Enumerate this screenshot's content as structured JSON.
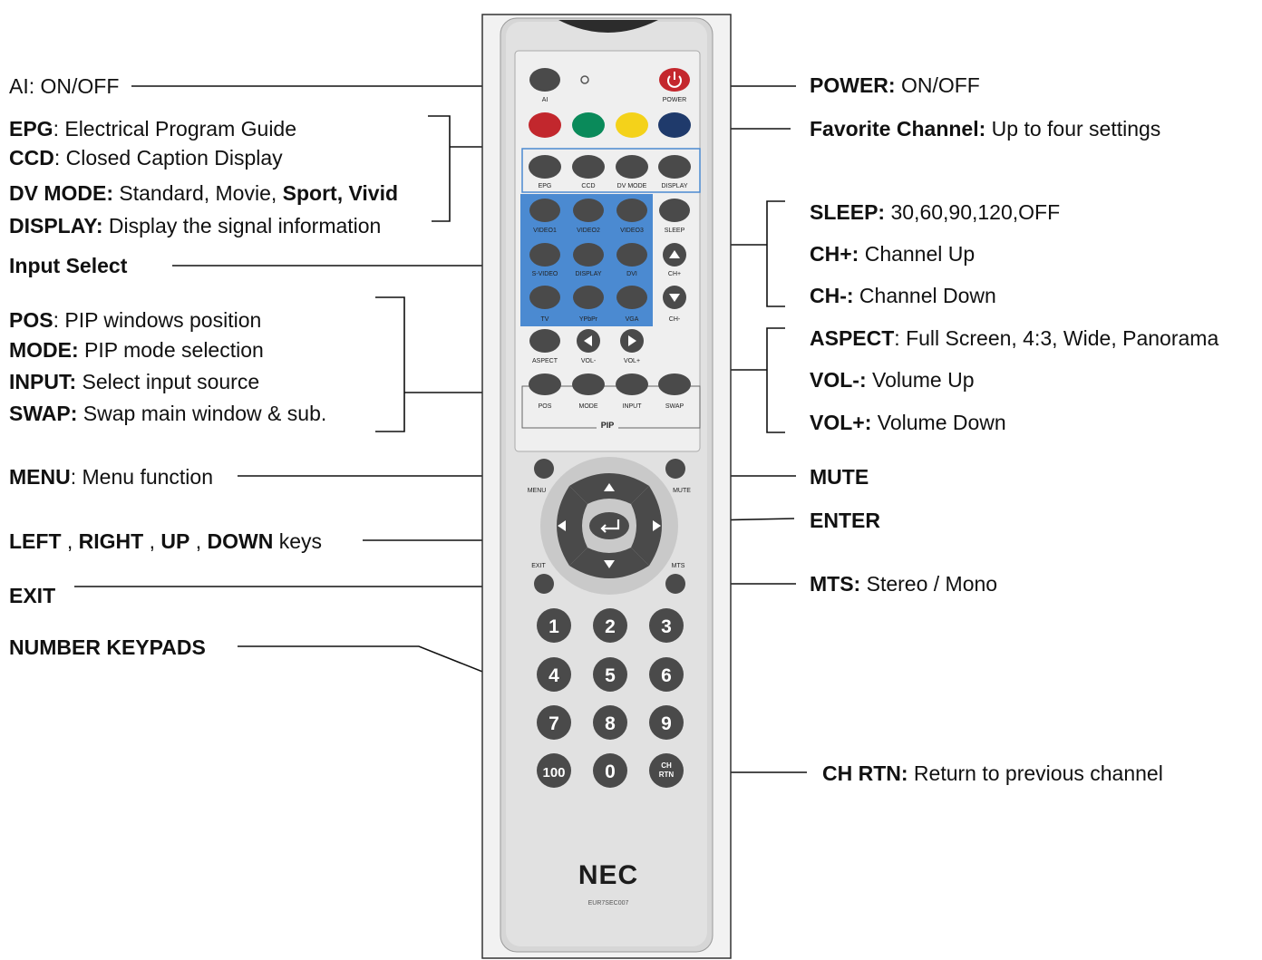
{
  "labels": {
    "ai": {
      "key": "AI",
      "desc": ": ON/OFF"
    },
    "epg": {
      "key": "EPG",
      "desc": ": Electrical Program Guide"
    },
    "ccd": {
      "key": "CCD",
      "desc": ": Closed Caption Display"
    },
    "dv_mode": {
      "key": "DV MODE:",
      "desc": " Standard, Movie, ",
      "extra": "Sport, Vivid"
    },
    "display": {
      "key": "DISPLAY:",
      "desc": " Display the signal information"
    },
    "input_select": {
      "key": "Input Select"
    },
    "pos": {
      "key": "POS",
      "desc": ":  PIP windows position"
    },
    "mode": {
      "key": "MODE:",
      "desc": " PIP mode selection"
    },
    "input": {
      "key": "INPUT:",
      "desc": "  Select input source"
    },
    "swap": {
      "key": "SWAP:",
      "desc": " Swap main window & sub."
    },
    "menu": {
      "key": "MENU",
      "desc": ": Menu function"
    },
    "arrows": {
      "key1": "LEFT",
      "key2": "RIGHT",
      "key3": "UP",
      "key4": "DOWN",
      "desc": "keys"
    },
    "exit": {
      "key": "EXIT"
    },
    "number_keypads": {
      "key": "NUMBER KEYPADS"
    },
    "power": {
      "key": "POWER:",
      "desc": " ON/OFF"
    },
    "favorite": {
      "key": "Favorite Channel:",
      "desc": " Up to four settings"
    },
    "sleep": {
      "key": "SLEEP:",
      "desc": " 30,60,90,120,OFF"
    },
    "ch_plus": {
      "key": "CH+:",
      "desc": " Channel Up"
    },
    "ch_minus": {
      "key": "CH-:",
      "desc": " Channel Down"
    },
    "aspect": {
      "key": "ASPECT",
      "desc": ": Full Screen, 4:3, Wide, Panorama"
    },
    "vol_minus": {
      "key": "VOL-:",
      "desc": " Volume Up"
    },
    "vol_plus": {
      "key": "VOL+:",
      "desc": " Volume Down"
    },
    "mute": {
      "key": "MUTE"
    },
    "enter": {
      "key": "ENTER"
    },
    "mts": {
      "key": "MTS:",
      "desc": " Stereo / Mono"
    },
    "ch_rtn": {
      "key": "CH RTN:",
      "desc": " Return to previous channel"
    }
  },
  "remote": {
    "brand": "NEC",
    "model": "EUR7SEC007",
    "top_row": {
      "ai": "AI",
      "power": "POWER"
    },
    "function_row": [
      "EPG",
      "CCD",
      "DV MODE",
      "DISPLAY"
    ],
    "input_grid": [
      [
        "VIDEO1",
        "VIDEO2",
        "VIDEO3"
      ],
      [
        "S-VIDEO",
        "DISPLAY",
        "DVI"
      ],
      [
        "TV",
        "YPbPr",
        "VGA"
      ]
    ],
    "right_col": {
      "sleep": "SLEEP",
      "ch_up": "CH+",
      "ch_down": "CH-"
    },
    "vol_row": {
      "aspect": "ASPECT",
      "vol_down": "VOL-",
      "vol_up": "VOL+"
    },
    "pip_row": [
      "POS",
      "MODE",
      "INPUT",
      "SWAP"
    ],
    "pip_caption": "PIP",
    "nav": {
      "menu": "MENU",
      "mute": "MUTE",
      "exit": "EXIT",
      "mts": "MTS"
    },
    "numbers": [
      "1",
      "2",
      "3",
      "4",
      "5",
      "6",
      "7",
      "8",
      "9",
      "100",
      "0"
    ],
    "ch_rtn_line1": "CH",
    "ch_rtn_line2": "RTN"
  },
  "colors": {
    "red": "#c2272d",
    "green": "#0a8a5a",
    "yellow": "#f4d21a",
    "blue": "#1f3a6b",
    "input_panel": "#4b8ad1",
    "body": "#d9d9d9",
    "button": "#4a4a4a"
  }
}
